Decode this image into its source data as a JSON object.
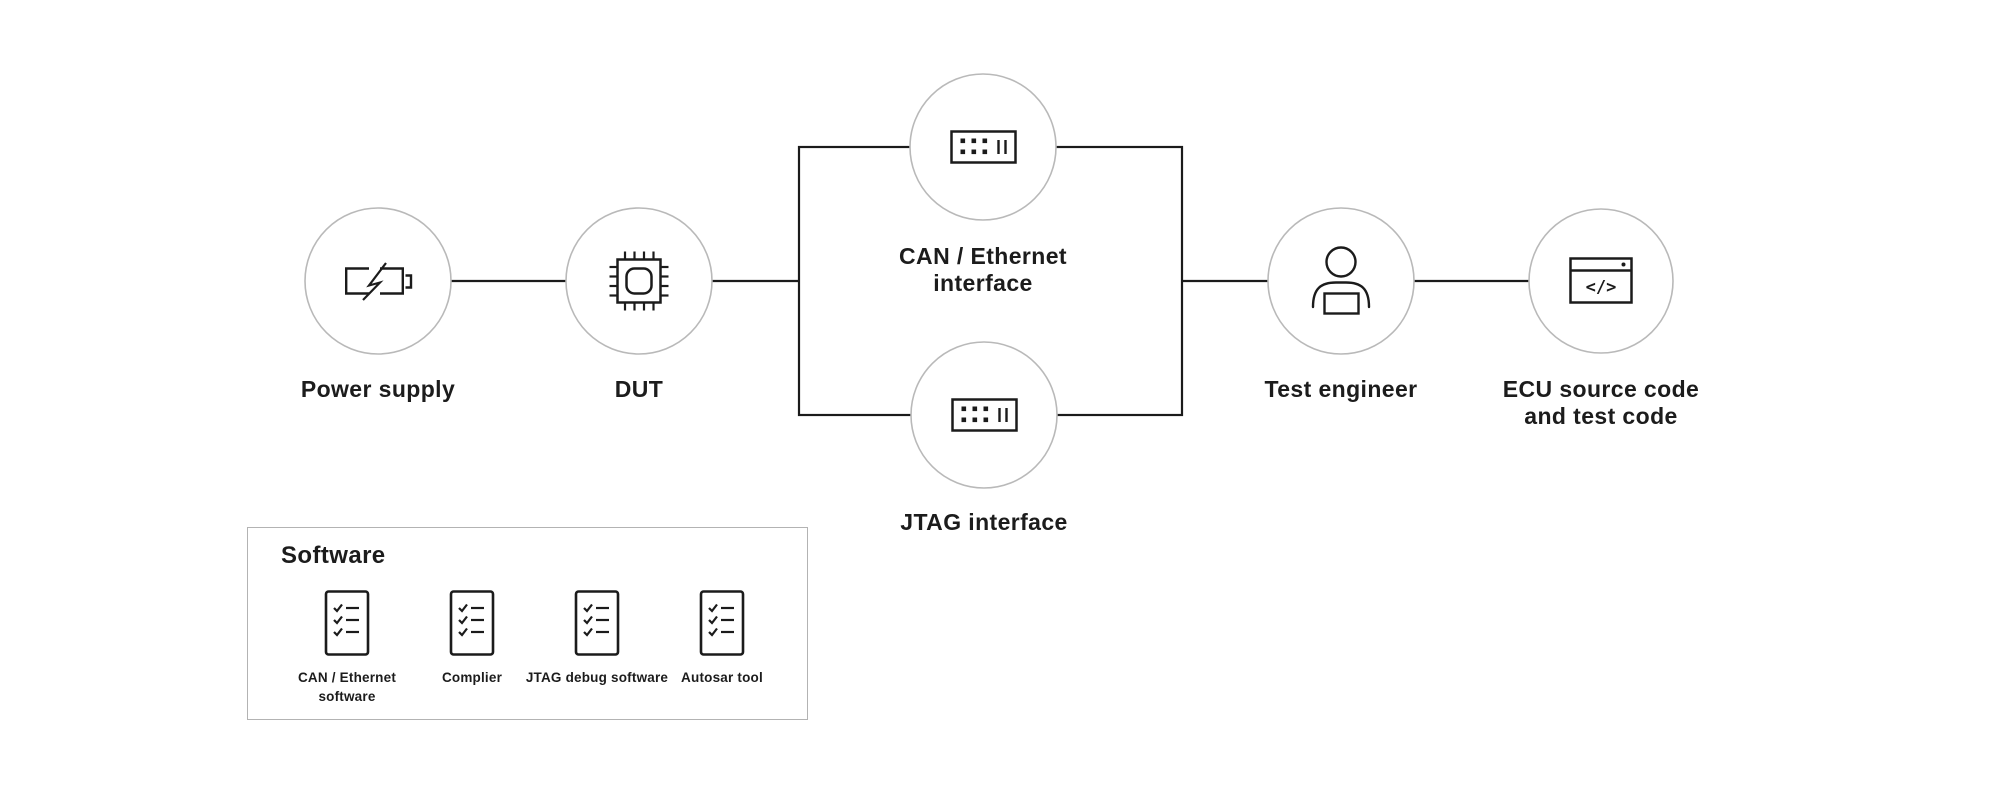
{
  "diagram": {
    "nodes": [
      {
        "id": "power-supply",
        "label": "Power supply",
        "icon": "battery-charging-icon"
      },
      {
        "id": "dut",
        "label": "DUT",
        "icon": "chip-icon"
      },
      {
        "id": "can-ethernet-interface",
        "label": "CAN / Ethernet interface",
        "icon": "connector-port-icon"
      },
      {
        "id": "jtag-interface",
        "label": "JTAG interface",
        "icon": "connector-port-icon"
      },
      {
        "id": "test-engineer",
        "label": "Test engineer",
        "icon": "person-laptop-icon"
      },
      {
        "id": "ecu-source-code",
        "label": "ECU source code and test code",
        "icon": "code-window-icon"
      }
    ],
    "edges": [
      {
        "from": "power-supply",
        "to": "dut"
      },
      {
        "from": "dut",
        "to": "interface-loop"
      },
      {
        "from": "interface-loop",
        "through_top": "can-ethernet-interface",
        "through_bottom": "jtag-interface"
      },
      {
        "from": "interface-loop",
        "to": "test-engineer"
      },
      {
        "from": "test-engineer",
        "to": "ecu-source-code"
      }
    ],
    "icons": {
      "code_glyph": "</>"
    }
  },
  "software_panel": {
    "title": "Software",
    "items": [
      {
        "label": "CAN / Ethernet software",
        "icon": "checklist-document-icon"
      },
      {
        "label": "Complier",
        "icon": "checklist-document-icon"
      },
      {
        "label": "JTAG debug software",
        "icon": "checklist-document-icon"
      },
      {
        "label": "Autosar tool",
        "icon": "checklist-document-icon"
      }
    ]
  },
  "colors": {
    "background": "#ffffff",
    "node_circle_stroke": "#b9b9b9",
    "connection_line": "#1b1b1b",
    "icon_stroke": "#1b1b1b",
    "text": "#1c1c1c",
    "panel_border": "#b3b3b3"
  }
}
